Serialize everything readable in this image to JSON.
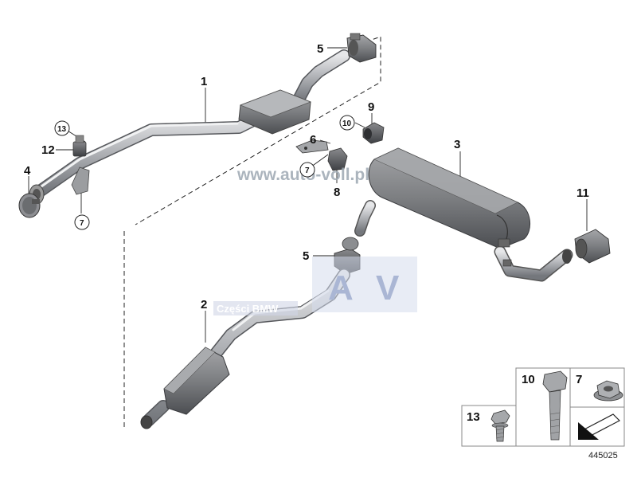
{
  "diagram_number": "445025",
  "watermark": {
    "site": "www.auto-voll.pl",
    "logo_letters": [
      "A",
      "V"
    ],
    "caption": "Części BMW"
  },
  "callouts": {
    "p1": "1",
    "p2": "2",
    "p3": "3",
    "p4": "4",
    "p5a": "5",
    "p5b": "5",
    "p6": "6",
    "p7a": "7",
    "p7b": "7",
    "p8": "8",
    "p9": "9",
    "p10": "10",
    "p11": "11",
    "p12": "12",
    "p13": "13"
  },
  "legend": {
    "cell_13": "13",
    "cell_10": "10",
    "cell_7": "7"
  }
}
